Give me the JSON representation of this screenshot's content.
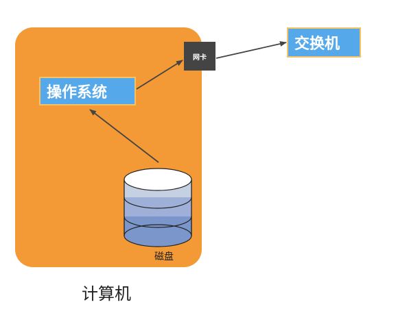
{
  "diagram": {
    "computer_label": "计算机",
    "os_label": "操作系统",
    "nic_label": "网卡",
    "switch_label": "交换机",
    "disk_label": "磁盘"
  },
  "colors": {
    "computer_fill": "#f39a36",
    "label_fill": "#55a8ea",
    "label_border": "#f5c266",
    "nic_fill": "#444444",
    "disk_top": "#ffffff",
    "disk_layer_1": "#c5d0e3",
    "disk_layer_2": "#9fb0d8",
    "disk_layer_3": "#7a96cb",
    "arrow": "#444444"
  },
  "icons": [
    "database-icon",
    "arrow-icon"
  ]
}
